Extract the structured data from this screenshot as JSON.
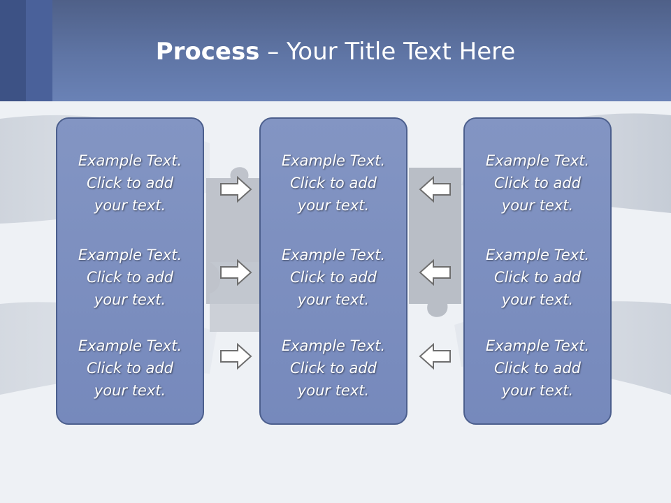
{
  "title": {
    "bold": "Process",
    "rest": " – Your Title Text Here"
  },
  "columns": [
    {
      "blocks": [
        {
          "lines": [
            "Example Text.",
            "Click  to add",
            "your text."
          ]
        },
        {
          "lines": [
            "Example Text.",
            "Click  to add",
            "your text."
          ]
        },
        {
          "lines": [
            "Example Text.",
            "Click  to add",
            "your text."
          ]
        }
      ]
    },
    {
      "blocks": [
        {
          "lines": [
            "Example Text.",
            "Click  to add",
            "your text."
          ]
        },
        {
          "lines": [
            "Example Text.",
            "Click  to add",
            "your text."
          ]
        },
        {
          "lines": [
            "Example Text.",
            "Click  to add",
            "your text."
          ]
        }
      ]
    },
    {
      "blocks": [
        {
          "lines": [
            "Example Text.",
            "Click  to add",
            "your text."
          ]
        },
        {
          "lines": [
            "Example Text.",
            "Click  to add",
            "your text."
          ]
        },
        {
          "lines": [
            "Example Text.",
            "Click  to add",
            "your text."
          ]
        }
      ]
    }
  ],
  "colors": {
    "title_bar": "#5f75a5",
    "box_fill": "#7f91c1",
    "box_border": "#4c5f8d",
    "arrow_fill": "#ffffff",
    "arrow_stroke": "#6e6e6e"
  },
  "icons": {
    "right_arrow": "right-arrow-icon",
    "left_arrow": "left-arrow-icon",
    "background": "puzzle-hands-image"
  }
}
